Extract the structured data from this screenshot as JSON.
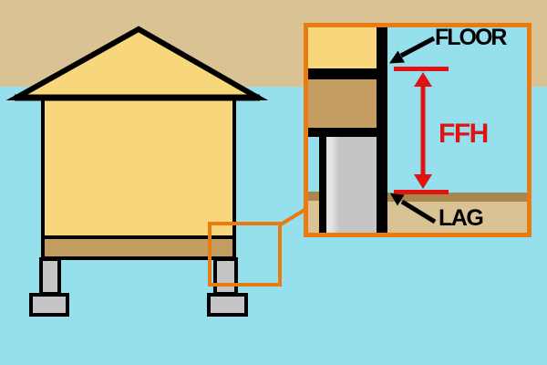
{
  "diagram": {
    "labels": {
      "floor": "FLOOR",
      "ffh": "FFH",
      "lag": "LAG"
    },
    "colors": {
      "sky": "#96E0ED",
      "ground_tan": "#D9C294",
      "ground_line_brown": "#A8864E",
      "house_wall_yellow": "#F8D67C",
      "floor_band_brown": "#C49E60",
      "pier_gray": "#C5C5C8",
      "outline_black": "#000000",
      "callout_orange": "#EA7A12",
      "dimension_red": "#E11212"
    }
  }
}
